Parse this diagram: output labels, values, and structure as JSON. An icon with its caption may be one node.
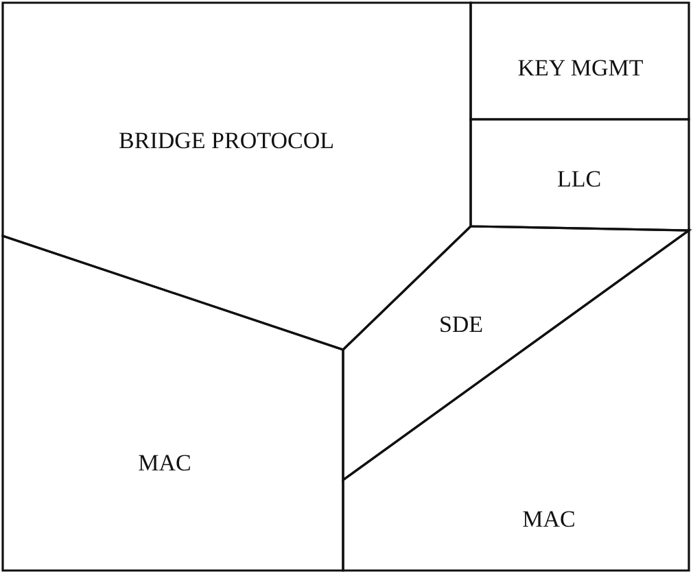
{
  "diagram": {
    "nodes": [
      {
        "text": [
          "KEY MGMT"
        ]
      },
      {
        "text": [
          "BRIDGE PROTOCOL"
        ]
      },
      {
        "text": [
          "LLC"
        ]
      },
      {
        "text": [
          "SDE"
        ]
      },
      {
        "text": [
          "MAC"
        ]
      },
      {
        "text": [
          "MAC"
        ]
      }
    ]
  }
}
